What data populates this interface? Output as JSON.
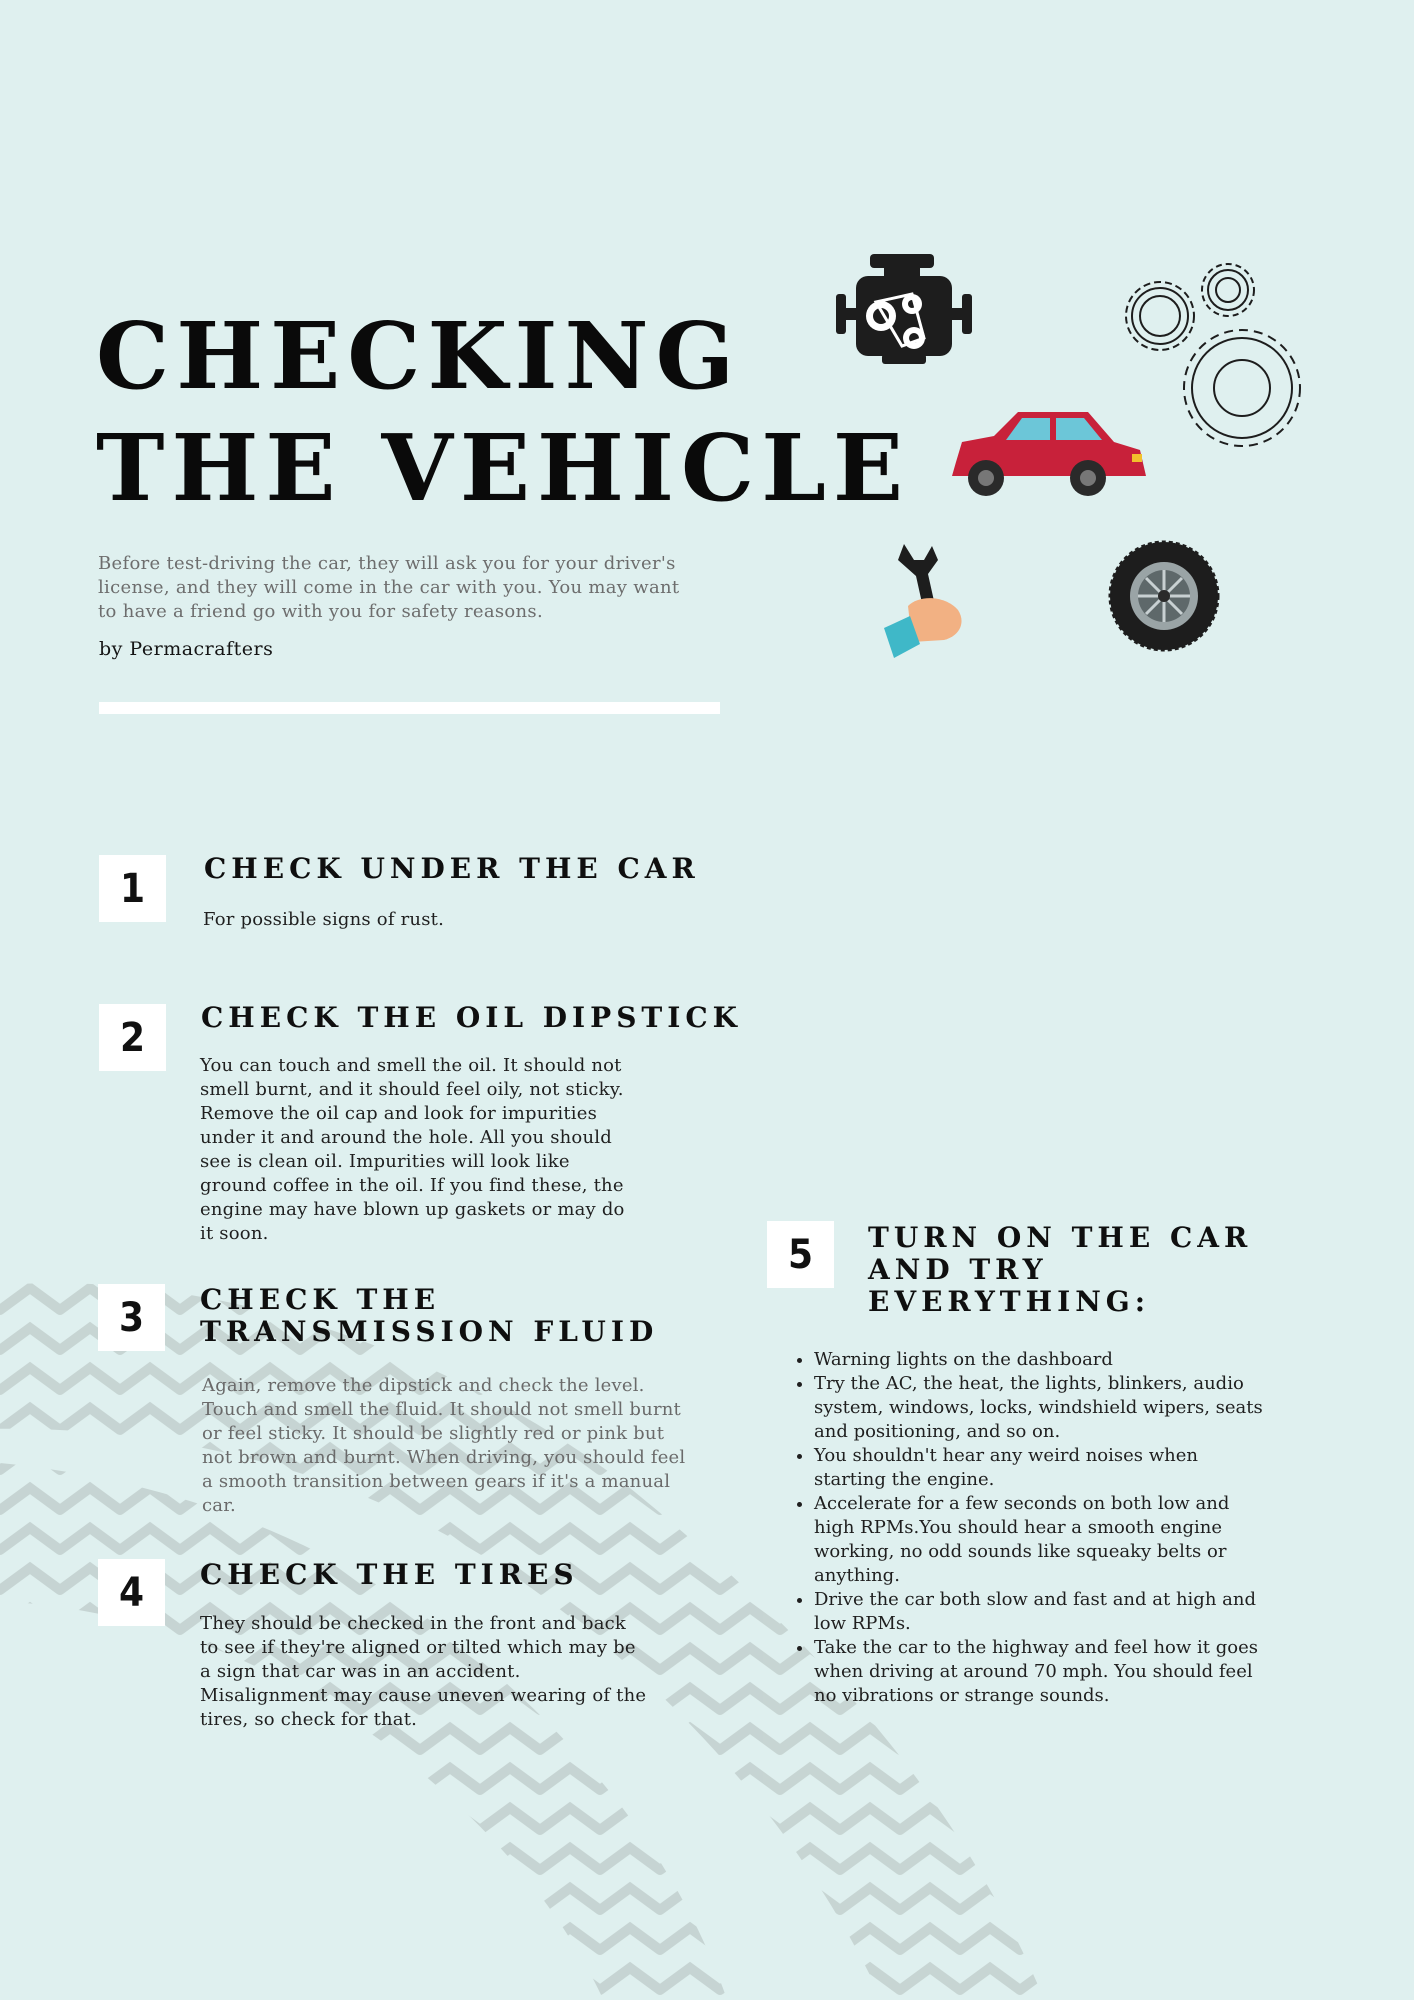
{
  "header": {
    "title_line1": "CHECKING",
    "title_line2": "THE VEHICLE",
    "intro": "Before test-driving the car, they will ask you for your driver's license, and they will come in the car with you. You may want to have a friend go with you for safety reasons.",
    "byline": "by Permacrafters"
  },
  "icons": [
    "engine-icon",
    "gears-icon",
    "car-icon",
    "wrench-hand-icon",
    "tire-icon"
  ],
  "colors": {
    "background": "#dff0ef",
    "car_body": "#c8213a",
    "tracks": "#c4d2d0"
  },
  "sections": [
    {
      "number": "1",
      "title": "CHECK UNDER THE CAR",
      "body": "For possible signs of rust."
    },
    {
      "number": "2",
      "title": "CHECK THE OIL DIPSTICK",
      "body": "You can touch and smell the oil. It should not smell burnt, and it should feel oily, not sticky. Remove the oil cap and look for impurities under it and around the hole. All you should see is clean oil. Impurities will look like ground coffee in the oil. If you find these, the engine may have blown up gaskets or may do it soon."
    },
    {
      "number": "3",
      "title_line1": "CHECK THE",
      "title_line2": "TRANSMISSION FLUID",
      "body": "Again, remove the dipstick and check the level. Touch and smell the fluid. It should not smell burnt or feel sticky. It should be slightly red or pink but not brown and burnt. When driving, you should feel a smooth transition between gears if it's a manual car."
    },
    {
      "number": "4",
      "title": "CHECK THE TIRES",
      "body": "They should be checked in the front and back to see if they're aligned or tilted which may be a sign that car was in an accident. Misalignment may cause uneven wearing of the tires, so check for that."
    },
    {
      "number": "5",
      "title_line1": "TURN ON THE CAR",
      "title_line2": "AND TRY",
      "title_line3": "EVERYTHING:",
      "items": [
        "Warning lights on the dashboard",
        "Try the AC, the heat, the lights, blinkers, audio system, windows, locks, windshield wipers, seats and positioning, and so on.",
        "You shouldn't hear any weird noises when starting the engine.",
        "Accelerate for a few seconds on both low and high RPMs.You should hear a smooth engine working, no odd sounds like squeaky belts or anything.",
        "Drive the car both slow and fast and at high and low RPMs.",
        "Take the car to the highway and feel how it goes when driving at around 70 mph. You should feel no vibrations or strange sounds."
      ]
    }
  ]
}
